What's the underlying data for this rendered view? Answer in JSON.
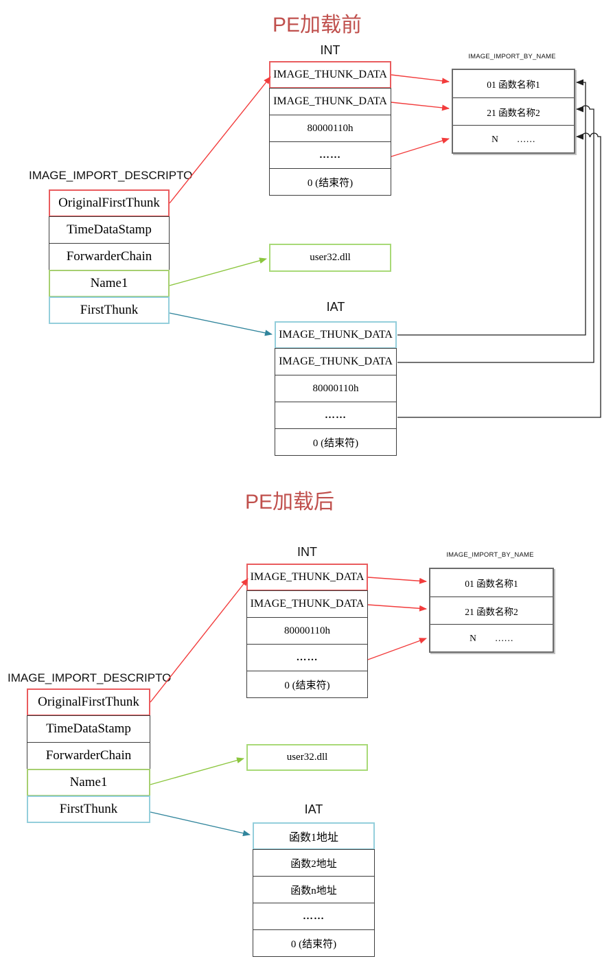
{
  "colors": {
    "title_accent": "#c0504d",
    "arrow_red": "#f23c3c",
    "arrow_green": "#8cc63f",
    "arrow_teal": "#31859c",
    "border_red": "#e95b5d",
    "border_green": "#a6cf70",
    "border_blue": "#93cedb",
    "border_dark": "#3c3c3c"
  },
  "before": {
    "title": "PE加载前",
    "descriptor": {
      "label": "IMAGE_IMPORT_DESCRIPTO",
      "rows": [
        "OriginalFirstThunk",
        "TimeDataStamp",
        "ForwarderChain",
        "Name1",
        "FirstThunk"
      ]
    },
    "int_table": {
      "label": "INT",
      "rows": [
        "IMAGE_THUNK_DATA",
        "IMAGE_THUNK_DATA",
        "80000110h",
        "……",
        "0 (结束符)"
      ]
    },
    "import_by_name": {
      "label": "IMAGE_IMPORT_BY_NAME",
      "rows": [
        "01 函数名称1",
        "21 函数名称2",
        "N        ……"
      ]
    },
    "dll_box": "user32.dll",
    "iat_table": {
      "label": "IAT",
      "rows": [
        "IMAGE_THUNK_DATA",
        "IMAGE_THUNK_DATA",
        "80000110h",
        "……",
        "0 (结束符)"
      ]
    }
  },
  "after": {
    "title": "PE加载后",
    "descriptor": {
      "label": "IMAGE_IMPORT_DESCRIPTO",
      "rows": [
        "OriginalFirstThunk",
        "TimeDataStamp",
        "ForwarderChain",
        "Name1",
        "FirstThunk"
      ]
    },
    "int_table": {
      "label": "INT",
      "rows": [
        "IMAGE_THUNK_DATA",
        "IMAGE_THUNK_DATA",
        "80000110h",
        "……",
        "0 (结束符)"
      ]
    },
    "import_by_name": {
      "label": "IMAGE_IMPORT_BY_NAME",
      "rows": [
        "01 函数名称1",
        "21 函数名称2",
        "N        ……"
      ]
    },
    "dll_box": "user32.dll",
    "iat_table": {
      "label": "IAT",
      "rows": [
        "函数1地址",
        "函数2地址",
        "函数n地址",
        "……",
        "0 (结束符)"
      ]
    }
  }
}
